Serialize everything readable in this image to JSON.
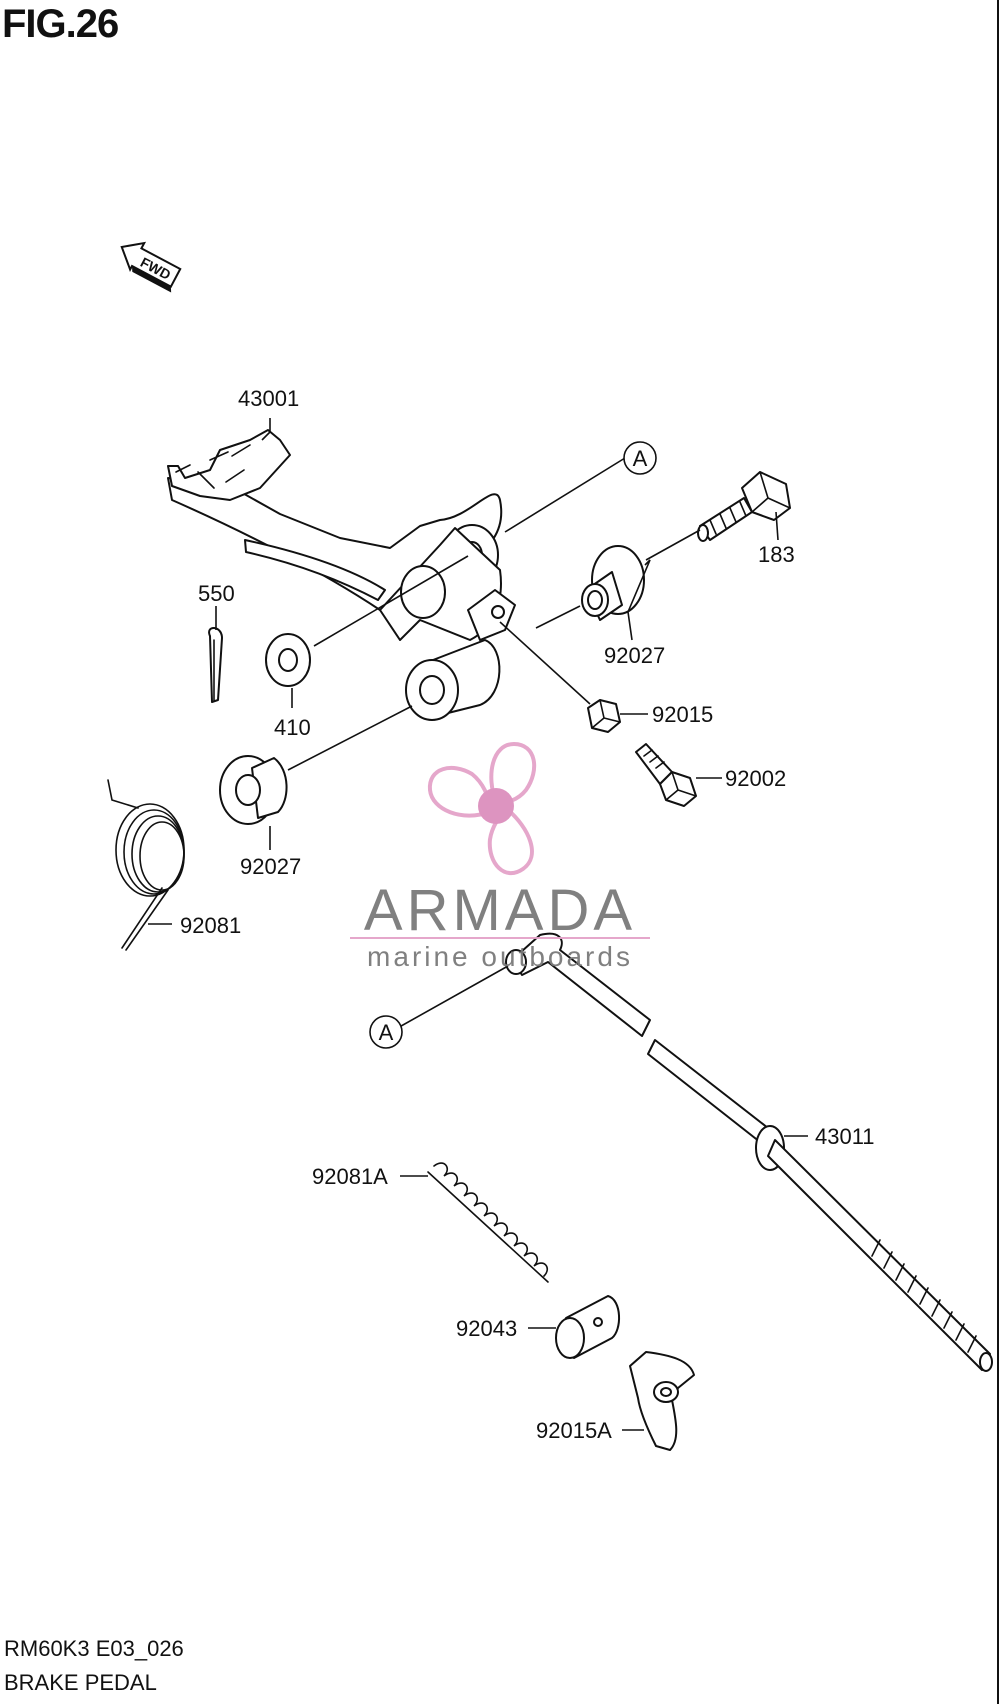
{
  "figure_title": "FIG.26",
  "fwd_label": "FWD",
  "callout_ref": "A",
  "parts": {
    "p43001": "43001",
    "p183": "183",
    "p550": "550",
    "p92027_upper": "92027",
    "p410": "410",
    "p92015": "92015",
    "p92002": "92002",
    "p92027_lower": "92027",
    "p92081": "92081",
    "p43011": "43011",
    "p92081A": "92081A",
    "p92043": "92043",
    "p92015A": "92015A"
  },
  "watermark": {
    "brand": "ARMADA",
    "tagline": "marine outboards",
    "colors": {
      "text": "#7a7a7a",
      "accent": "#e4a3c9",
      "hub": "#dc8fbd"
    }
  },
  "footer": {
    "code": "RM60K3 E03_026",
    "caption": "BRAKE PEDAL"
  }
}
